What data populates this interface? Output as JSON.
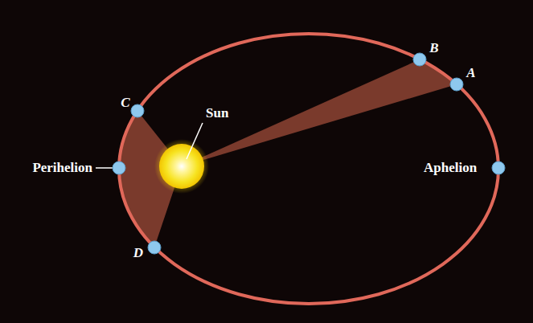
{
  "diagram": {
    "labels": [
      "B",
      "A",
      "C",
      "Sun",
      "Perihelion",
      "Aphelion",
      "D"
    ]
  }
}
